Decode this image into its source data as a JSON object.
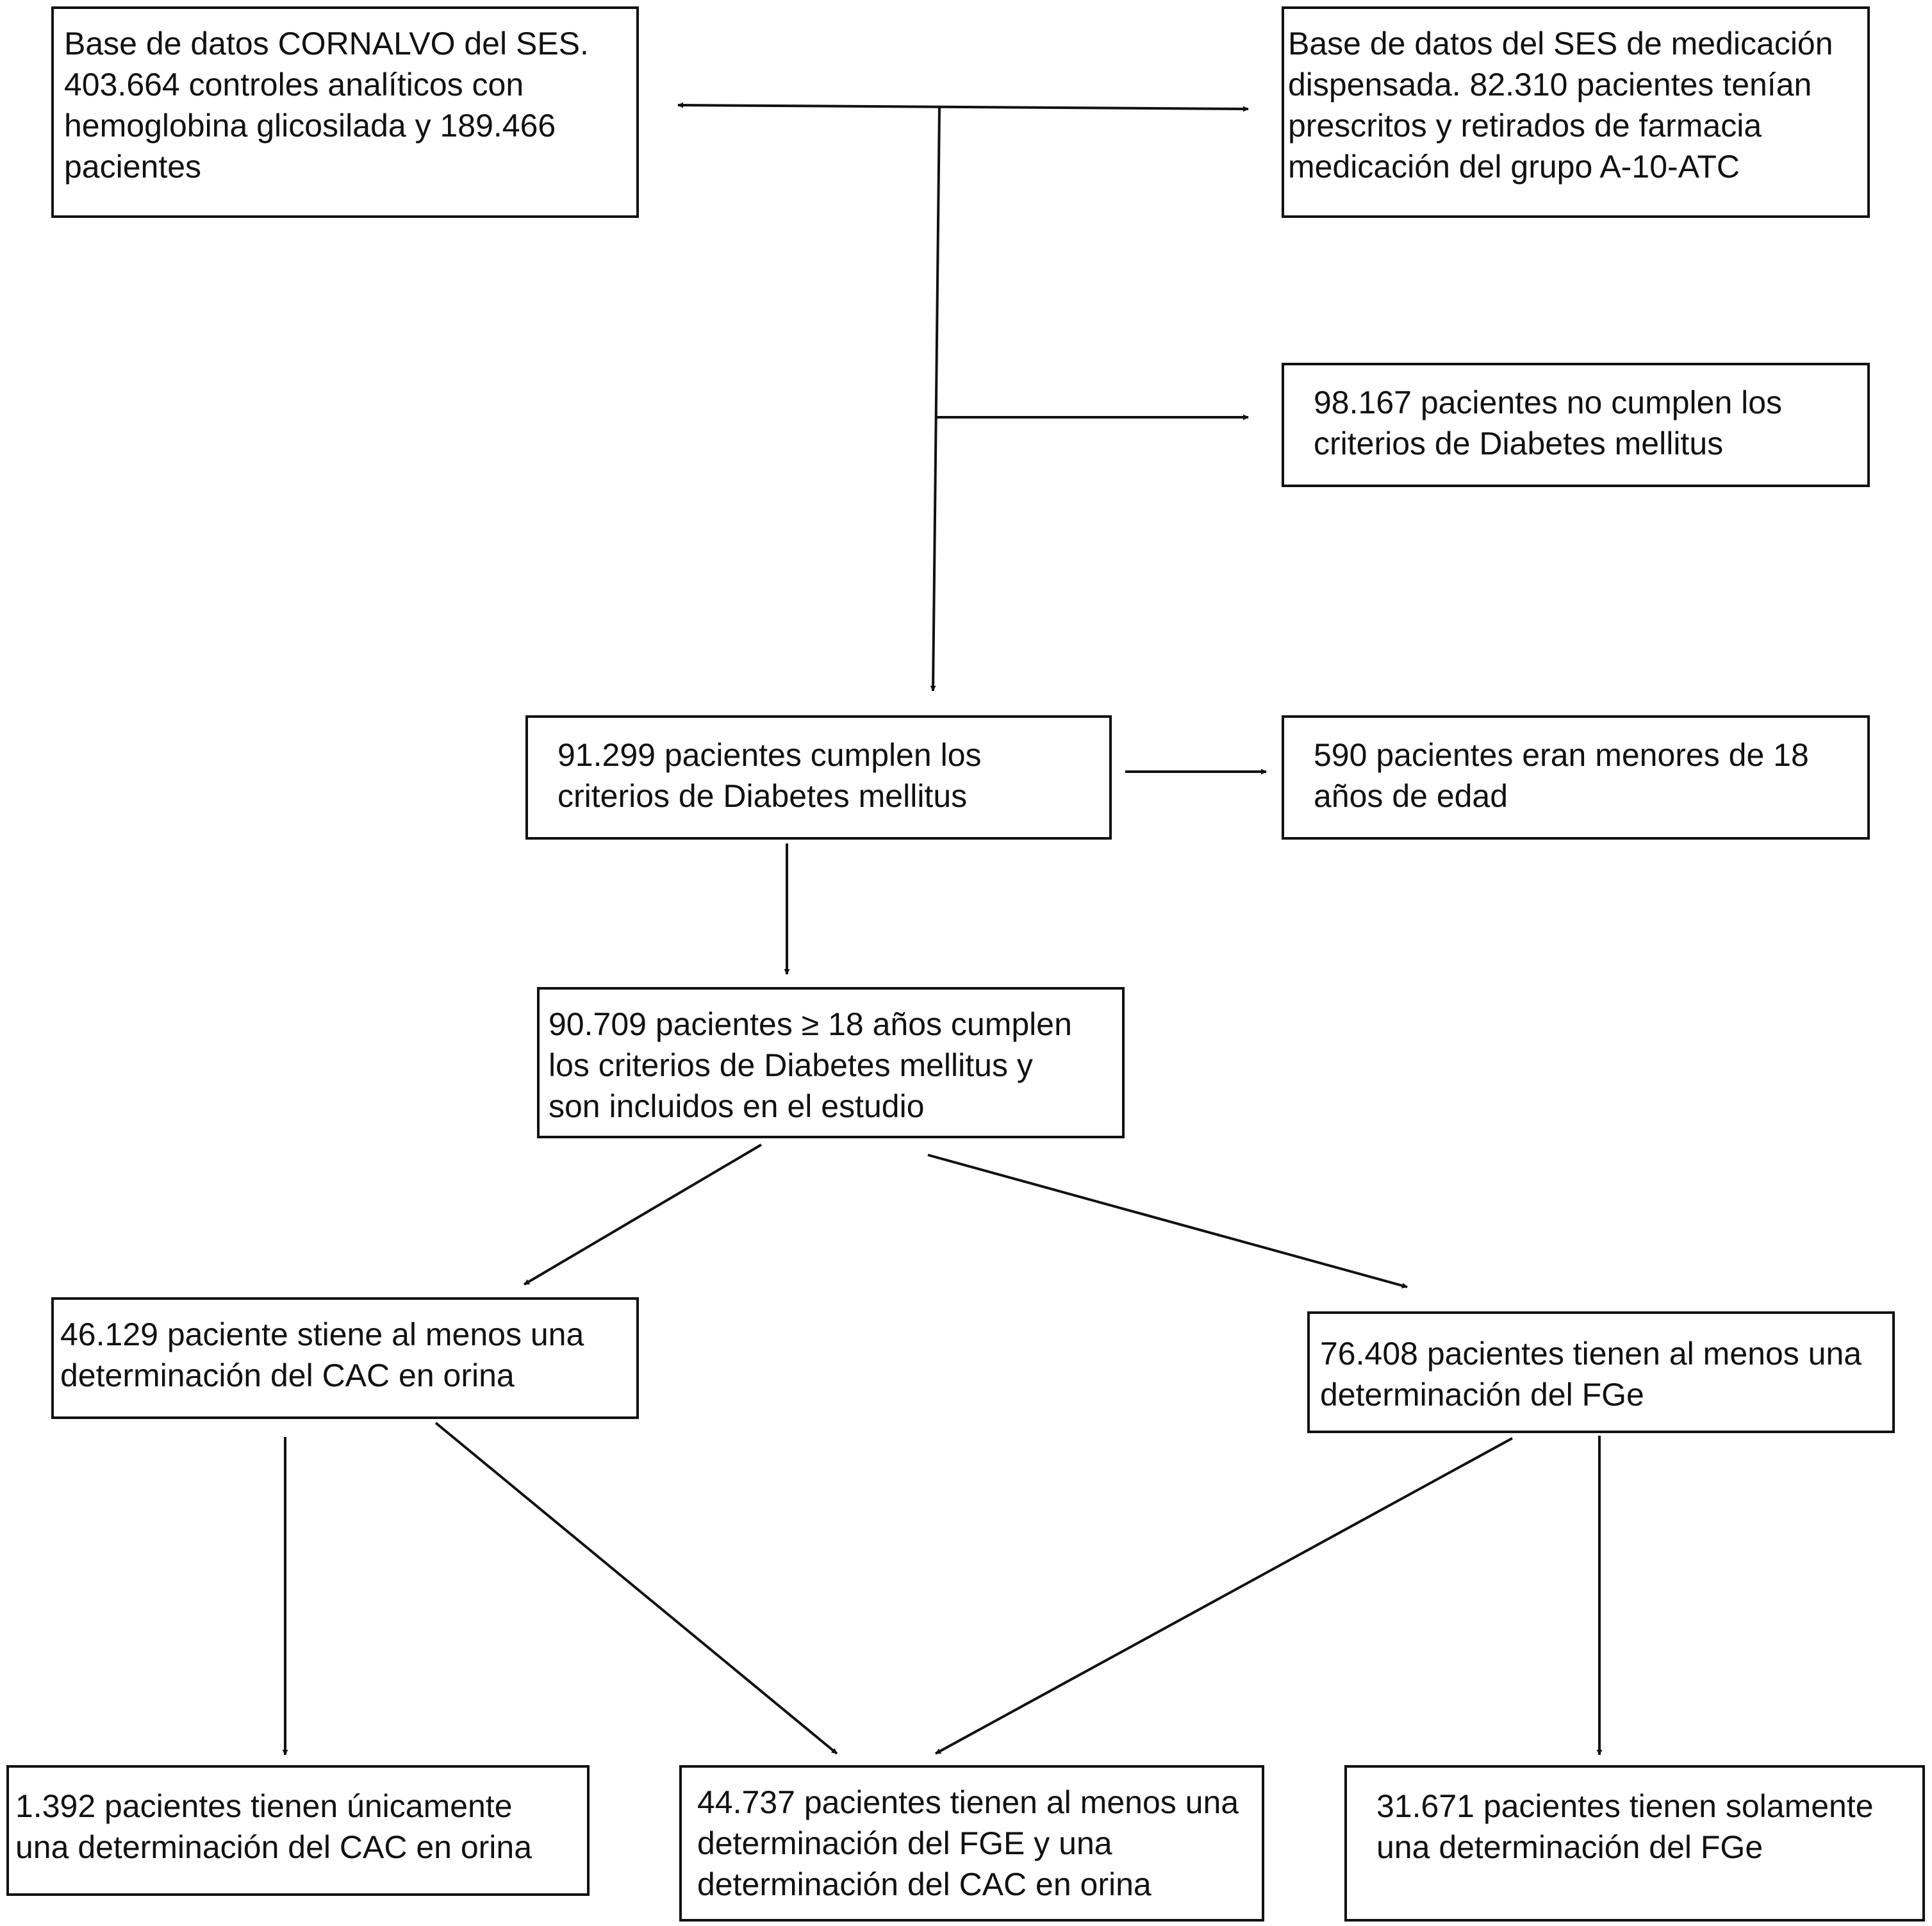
{
  "diagram": {
    "line_color": "#111111",
    "nodes": [
      {
        "id": "cornalvo",
        "text": "Base de datos CORNALVO del SES.\n403.664 controles analíticos con\nhemoglobina glicosilada y 189.466\npacientes"
      },
      {
        "id": "medicacion",
        "text": "Base de datos del SES de medicación\ndispensada. 82.310 pacientes tenían\nprescritos y retirados de farmacia\nmedicación del grupo A-10-ATC"
      },
      {
        "id": "no-cumplen",
        "text": "98.167 pacientes no cumplen los\ncriterios de Diabetes mellitus"
      },
      {
        "id": "cumplen",
        "text": "91.299 pacientes cumplen los\ncriterios de Diabetes mellitus"
      },
      {
        "id": "menores",
        "text": "590 pacientes eran menores de 18\naños de edad"
      },
      {
        "id": "incluidos",
        "text": "90.709 pacientes ≥ 18 años cumplen\nlos criterios de Diabetes mellitus y\nson incluidos en el estudio"
      },
      {
        "id": "cac",
        "text": "46.129 paciente stiene al menos una\ndeterminación del CAC en orina"
      },
      {
        "id": "fge",
        "text": "76.408 pacientes tienen al menos una\ndeterminación del FGe"
      },
      {
        "id": "solo-cac",
        "text": "1.392 pacientes tienen únicamente\nuna determinación del CAC en orina"
      },
      {
        "id": "ambos",
        "text": "44.737 pacientes tienen al menos una\ndeterminación del FGE y una\ndeterminación del CAC en orina"
      },
      {
        "id": "solo-fge",
        "text": "31.671 pacientes tienen solamente\nuna determinación del FGe"
      }
    ]
  }
}
